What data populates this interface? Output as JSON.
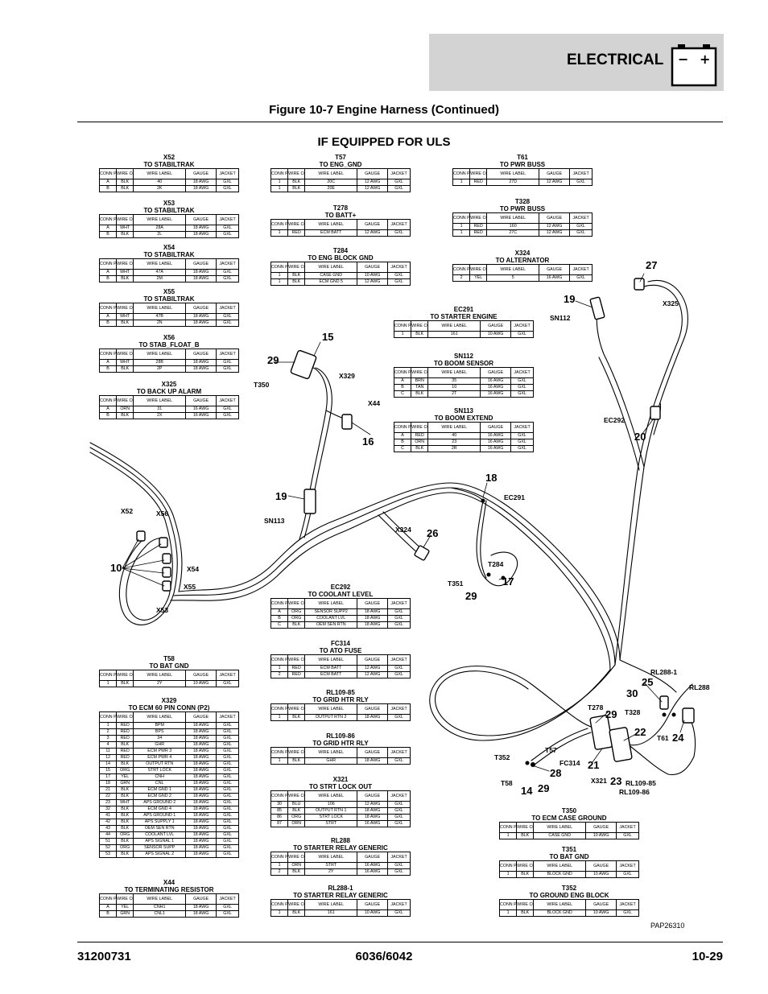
{
  "header": {
    "section": "ELECTRICAL",
    "battery_minus": "−",
    "battery_plus": "+"
  },
  "figure_title": "Figure 10-7 Engine Harness (Continued)",
  "subtitle": "IF EQUIPPED FOR ULS",
  "footer": {
    "left": "31200731",
    "center": "6036/6042",
    "right": "10-29"
  },
  "ref": "PAP26310",
  "columns": [
    "CONN POS",
    "WIRE COLOR",
    "WIRE LABEL",
    "GAUGE",
    "JACKET"
  ],
  "tables": [
    {
      "id": "x52",
      "title1": "X52",
      "title2": "TO STABILTRAK",
      "rows": [
        [
          "A",
          "BLK",
          "40",
          "18 AWG",
          "GXL"
        ],
        [
          "B",
          "BLK",
          "2K",
          "18 AWG",
          "GXL"
        ]
      ]
    },
    {
      "id": "x53",
      "title1": "X53",
      "title2": "TO STABILTRAK",
      "rows": [
        [
          "A",
          "WHT",
          "28A",
          "18 AWG",
          "GXL"
        ],
        [
          "B",
          "BLK",
          "2L",
          "18 AWG",
          "GXL"
        ]
      ]
    },
    {
      "id": "x54",
      "title1": "X54",
      "title2": "TO STABILTRAK",
      "rows": [
        [
          "A",
          "WHT",
          "47A",
          "18 AWG",
          "GXL"
        ],
        [
          "B",
          "BLK",
          "2M",
          "18 AWG",
          "GXL"
        ]
      ]
    },
    {
      "id": "x55",
      "title1": "X55",
      "title2": "TO STABILTRAK",
      "rows": [
        [
          "A",
          "WHT",
          "47B",
          "18 AWG",
          "GXL"
        ],
        [
          "B",
          "BLK",
          "2N",
          "18 AWG",
          "GXL"
        ]
      ]
    },
    {
      "id": "x56",
      "title1": "X56",
      "title2": "TO STAB_FLOAT_B",
      "rows": [
        [
          "A",
          "WHT",
          "28B",
          "18 AWG",
          "GXL"
        ],
        [
          "B",
          "BLK",
          "2P",
          "18 AWG",
          "GXL"
        ]
      ]
    },
    {
      "id": "x325",
      "title1": "X325",
      "title2": "TO BACK UP ALARM",
      "rows": [
        [
          "A",
          "ORN",
          "31",
          "16 AWG",
          "GXL"
        ],
        [
          "B",
          "BLK",
          "2X",
          "16 AWG",
          "GXL"
        ]
      ]
    },
    {
      "id": "t58",
      "title1": "T58",
      "title2": "TO BAT GND",
      "rows": [
        [
          "1",
          "BLK",
          "2Y",
          "10 AWG",
          "GXL"
        ]
      ]
    },
    {
      "id": "x329",
      "title1": "X329",
      "title2": "TO ECM 60 PIN CONN (P2)",
      "rows": [
        [
          "1",
          "RED",
          "BPM",
          "18 AWG",
          "GXL"
        ],
        [
          "2",
          "RED",
          "BPS",
          "18 AWG",
          "GXL"
        ],
        [
          "3",
          "RED",
          "34",
          "18 AWG",
          "GXL"
        ],
        [
          "4",
          "BLK",
          "GHR",
          "18 AWG",
          "GXL"
        ],
        [
          "11",
          "RED",
          "ECM PWR 3",
          "18 AWG",
          "GXL"
        ],
        [
          "12",
          "RED",
          "ECM PWR 4",
          "18 AWG",
          "GXL"
        ],
        [
          "14",
          "BLK",
          "OUTPUT RTN",
          "18 AWG",
          "GXL"
        ],
        [
          "15",
          "ORG",
          "STRT LOCK",
          "18 AWG",
          "GXL"
        ],
        [
          "17",
          "YEL",
          "CNH",
          "18 AWG",
          "GXL"
        ],
        [
          "18",
          "GRN",
          "CNL",
          "18 AWG",
          "GXL"
        ],
        [
          "21",
          "BLK",
          "ECM GND 1",
          "18 AWG",
          "GXL"
        ],
        [
          "22",
          "BLK",
          "ECM GND 2",
          "18 AWG",
          "GXL"
        ],
        [
          "23",
          "WHT",
          "APS GROUND 2",
          "18 AWG",
          "GXL"
        ],
        [
          "32",
          "BLK",
          "ECM GND 4",
          "18 AWG",
          "GXL"
        ],
        [
          "41",
          "BLK",
          "APS GROUND 1",
          "18 AWG",
          "GXL"
        ],
        [
          "42",
          "BLK",
          "APS SUPPLY 1",
          "18 AWG",
          "GXL"
        ],
        [
          "43",
          "BLK",
          "OEM SEN RTN",
          "18 AWG",
          "GXL"
        ],
        [
          "44",
          "ORG",
          "COOLANT LVL",
          "18 AWG",
          "GXL"
        ],
        [
          "51",
          "BLK",
          "APS SIGNAL 1",
          "18 AWG",
          "GXL"
        ],
        [
          "52",
          "ORG",
          "SENSOR SUPP",
          "18 AWG",
          "GXL"
        ],
        [
          "53",
          "BLK",
          "APS SIGNAL 2",
          "18 AWG",
          "GXL"
        ]
      ]
    },
    {
      "id": "x44",
      "title1": "X44",
      "title2": "TO TERMINATING RESISTOR",
      "rows": [
        [
          "A",
          "YEL",
          "CNH1",
          "18 AWG",
          "GXL"
        ],
        [
          "B",
          "GRN",
          "CNL1",
          "18 AWG",
          "GXL"
        ]
      ]
    },
    {
      "id": "t57",
      "title1": "T57",
      "title2": "TO ENG_GND",
      "rows": [
        [
          "1",
          "BLK",
          "20C",
          "12 AWG",
          "GXL"
        ],
        [
          "1",
          "BLK",
          "20E",
          "12 AWG",
          "GXL"
        ]
      ]
    },
    {
      "id": "t278",
      "title1": "T278",
      "title2": "TO BATT+",
      "rows": [
        [
          "1",
          "RED",
          "ECM BATT",
          "12 AWG",
          "GXL"
        ]
      ]
    },
    {
      "id": "t284",
      "title1": "T284",
      "title2": "TO ENG BLOCK GND",
      "rows": [
        [
          "1",
          "BLK",
          "CASE GND",
          "10 AWG",
          "GXL"
        ],
        [
          "1",
          "BLK",
          "ECM GND 5",
          "12 AWG",
          "GXL"
        ]
      ]
    },
    {
      "id": "t61",
      "title1": "T61",
      "title2": "TO PWR BUSS",
      "rows": [
        [
          "1",
          "RED",
          "27D",
          "12 AWG",
          "GXL"
        ]
      ]
    },
    {
      "id": "t328",
      "title1": "T328",
      "title2": "TO PWR BUSS",
      "rows": [
        [
          "1",
          "RED",
          "160",
          "12 AWG",
          "GXL"
        ],
        [
          "1",
          "RED",
          "27C",
          "12 AWG",
          "GXL"
        ]
      ]
    },
    {
      "id": "x324",
      "title1": "X324",
      "title2": "TO ALTERNATOR",
      "rows": [
        [
          "2",
          "YEL",
          "5",
          "16 AWG",
          "GXL"
        ]
      ]
    },
    {
      "id": "ec291",
      "title1": "EC291",
      "title2": "TO STARTER ENGINE",
      "rows": [
        [
          "1",
          "BLK",
          "161",
          "10 AWG",
          "GXL"
        ]
      ]
    },
    {
      "id": "sn112",
      "title1": "SN112",
      "title2": "TO BOOM SENSOR",
      "rows": [
        [
          "A",
          "BRN",
          "35",
          "16 AWG",
          "GXL"
        ],
        [
          "B",
          "TAN",
          "10",
          "16 AWG",
          "GXL"
        ],
        [
          "C",
          "BLK",
          "2T",
          "16 AWG",
          "GXL"
        ]
      ]
    },
    {
      "id": "sn113",
      "title1": "SN113",
      "title2": "TO BOOM EXTEND",
      "rows": [
        [
          "A",
          "RED",
          "40",
          "16 AWG",
          "GXL"
        ],
        [
          "B",
          "ORN",
          "23",
          "16 AWG",
          "GXL"
        ],
        [
          "C",
          "BLK",
          "2R",
          "16 AWG",
          "GXL"
        ]
      ]
    },
    {
      "id": "ec292",
      "title1": "EC292",
      "title2": "TO COOLANT LEVEL",
      "rows": [
        [
          "A",
          "ORG",
          "SENSOR SUPP2",
          "18 AWG",
          "GXL"
        ],
        [
          "B",
          "ORG",
          "COOLANT LVL",
          "18 AWG",
          "GXL"
        ],
        [
          "C",
          "BLK",
          "OEM SEN RTN",
          "18 AWG",
          "GXL"
        ]
      ]
    },
    {
      "id": "fc314",
      "title1": "FC314",
      "title2": "TO ATO FUSE",
      "rows": [
        [
          "1",
          "RED",
          "ECM BATT",
          "12 AWG",
          "GXL"
        ],
        [
          "2",
          "RED",
          "ECM BATT",
          "12 AWG",
          "GXL"
        ]
      ]
    },
    {
      "id": "rl109_85",
      "title1": "RL109-85",
      "title2": "TO GRID HTR RLY",
      "rows": [
        [
          "1",
          "BLK",
          "OUTPUT RTN 2",
          "18 AWG",
          "GXL"
        ]
      ]
    },
    {
      "id": "rl109_86",
      "title1": "RL109-86",
      "title2": "TO GRID HTR RLY",
      "rows": [
        [
          "1",
          "BLK",
          "GHR",
          "18 AWG",
          "GXL"
        ]
      ]
    },
    {
      "id": "x321",
      "title1": "X321",
      "title2": "TO STRT LOCK OUT",
      "rows": [
        [
          "30",
          "BLU",
          "106",
          "12 AWG",
          "GXL"
        ],
        [
          "85",
          "BLK",
          "OUTPUT RTN 1",
          "18 AWG",
          "GXL"
        ],
        [
          "86",
          "ORG",
          "STRT LOCK",
          "18 AWG",
          "GXL"
        ],
        [
          "87",
          "ORN",
          "STRT",
          "16 AWG",
          "GXL"
        ]
      ]
    },
    {
      "id": "rl288",
      "title1": "RL288",
      "title2": "TO STARTER RELAY GENERIC",
      "rows": [
        [
          "1",
          "ORN",
          "STRT",
          "16 AWG",
          "GXL"
        ],
        [
          "2",
          "BLK",
          "2Y",
          "16 AWG",
          "GXL"
        ]
      ]
    },
    {
      "id": "rl288_1",
      "title1": "RL288-1",
      "title2": "TO STARTER RELAY GENERIC",
      "rows": [
        [
          "1",
          "BLK",
          "161",
          "10 AWG",
          "GXL"
        ]
      ]
    },
    {
      "id": "t350",
      "title1": "T350",
      "title2": "TO ECM CASE GROUND",
      "rows": [
        [
          "1",
          "BLK",
          "CASE GND",
          "10 AWG",
          "GXL"
        ]
      ]
    },
    {
      "id": "t351",
      "title1": "T351",
      "title2": "TO BAT GND",
      "rows": [
        [
          "1",
          "BLK",
          "BLOCK GND",
          "10 AWG",
          "GXL"
        ]
      ]
    },
    {
      "id": "t352",
      "title1": "T352",
      "title2": "TO GROUND ENG BLOCK",
      "rows": [
        [
          "1",
          "BLK",
          "BLOCK GND",
          "10 AWG",
          "GXL"
        ]
      ]
    }
  ],
  "callouts": {
    "labels": [
      "X52",
      "X56",
      "X54",
      "X55",
      "X53",
      "T350",
      "X329",
      "X44",
      "SN113",
      "X324",
      "EC291",
      "T351",
      "T284",
      "SN112",
      "X325",
      "EC292",
      "RL288-1",
      "RL288",
      "T278",
      "T328",
      "T61",
      "T57",
      "T352",
      "FC314",
      "T58",
      "X321",
      "RL109-85",
      "RL109-86"
    ],
    "numbers": [
      "10",
      "15",
      "29",
      "16",
      "19",
      "18",
      "26",
      "17",
      "29",
      "19",
      "27",
      "20",
      "25",
      "30",
      "29",
      "22",
      "24",
      "21",
      "23",
      "28",
      "14",
      "29"
    ]
  }
}
